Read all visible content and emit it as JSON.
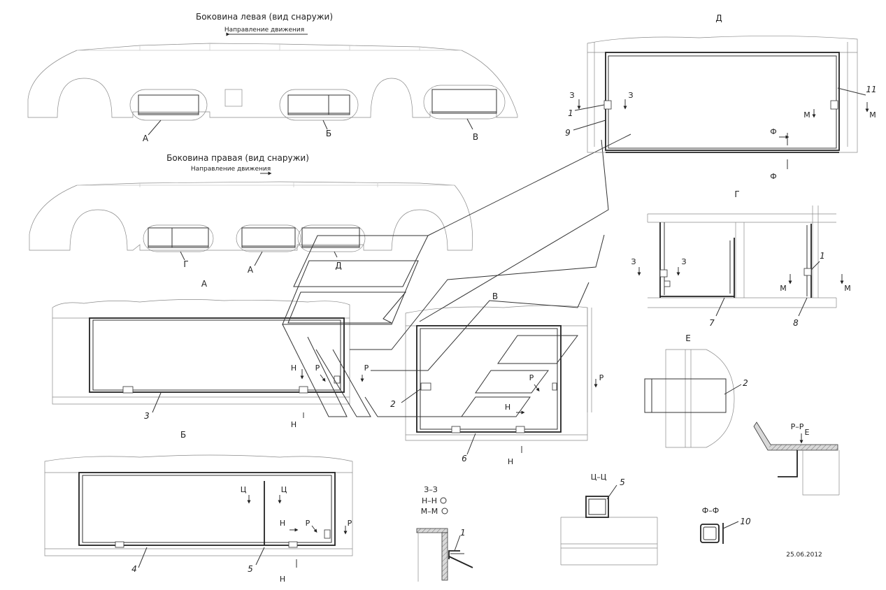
{
  "titles": {
    "left_side": "Боковина левая (вид снаружи)",
    "right_side": "Боковина правая (вид снаружи)",
    "direction": "Направление движения"
  },
  "view_labels": {
    "A": "А",
    "B": "Б",
    "V": "В",
    "G": "Г",
    "D": "Д",
    "E": "Е"
  },
  "section_letters": {
    "Z": "З",
    "M": "М",
    "F": "Ф",
    "N": "Н",
    "R": "Р",
    "C": "Ц"
  },
  "section_titles": {
    "z_z": "З–З",
    "n_n": "Н–Н",
    "m_m": "М–М",
    "c_c": "Ц–Ц",
    "f_f": "Ф–Ф",
    "r_r": "Р–Р"
  },
  "part_numbers": {
    "p1": "1",
    "p2": "2",
    "p3": "3",
    "p4": "4",
    "p5": "5",
    "p6": "6",
    "p7": "7",
    "p8": "8",
    "p9": "9",
    "p10": "10",
    "p11": "11"
  },
  "date": "25.06.2012"
}
